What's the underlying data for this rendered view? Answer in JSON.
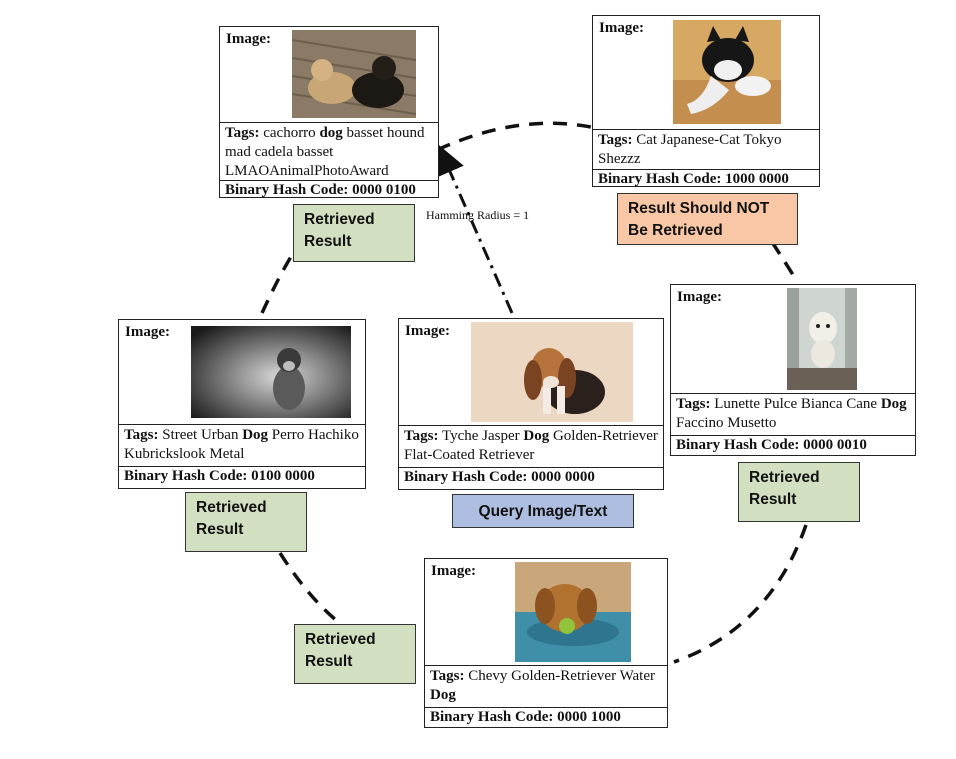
{
  "colors": {
    "retrieved_bg": "#d2dfc1",
    "not_retrieved_bg": "#f8c7a6",
    "query_bg": "#aebee0",
    "border": "#222222"
  },
  "cards": {
    "top": {
      "image_label": "Image:",
      "image_subject": "two dogs lying on wooden boardwalk",
      "tags_label": "Tags:",
      "tags": [
        {
          "t": "cachorro ",
          "b": false
        },
        {
          "t": "dog",
          "b": true
        },
        {
          "t": " basset hound mad cadela basset LMAOAnimalPhotoAward",
          "b": false
        }
      ],
      "hash_label": "Binary Hash Code: 0000 0100"
    },
    "cat": {
      "image_label": "Image:",
      "image_subject": "black and white cat lying on floor",
      "tags_label": "Tags:",
      "tags": [
        {
          "t": "Cat Japanese-Cat Tokyo Shezzz",
          "b": false
        }
      ],
      "hash_label": "Binary Hash Code: 1000 0000"
    },
    "left": {
      "image_label": "Image:",
      "image_subject": "black and white photo of small terrier dog",
      "tags_label": "Tags:",
      "tags": [
        {
          "t": "Street Urban ",
          "b": false
        },
        {
          "t": "Dog",
          "b": true
        },
        {
          "t": " Perro Hachiko Kubrickslook Metal",
          "b": false
        }
      ],
      "hash_label": "Binary Hash Code: 0100 0000"
    },
    "query": {
      "image_label": "Image:",
      "image_subject": "basset hound puppy sitting",
      "tags_label": "Tags:",
      "tags": [
        {
          "t": "Tyche Jasper ",
          "b": false
        },
        {
          "t": "Dog",
          "b": true
        },
        {
          "t": " Golden-Retriever Flat-Coated Retriever",
          "b": false
        }
      ],
      "hash_label": "Binary Hash Code: 0000 0000"
    },
    "right": {
      "image_label": "Image:",
      "image_subject": "small white dog standing in doorway",
      "tags_label": "Tags:",
      "tags": [
        {
          "t": "Lunette Pulce Bianca Cane ",
          "b": false
        },
        {
          "t": "Dog",
          "b": true
        },
        {
          "t": " Faccino Musetto",
          "b": false
        }
      ],
      "hash_label": "Binary Hash Code: 0000 0010"
    },
    "bottom": {
      "image_label": "Image:",
      "image_subject": "golden retriever in water holding ball",
      "tags_label": "Tags:",
      "tags": [
        {
          "t": "Chevy Golden-Retriever Water ",
          "b": false
        },
        {
          "t": "Dog",
          "b": true
        }
      ],
      "hash_label": "Binary Hash Code: 0000 1000"
    }
  },
  "labels": {
    "retrieved_top": "Retrieved Result",
    "not_retrieved": "Result Should NOT Be Retrieved",
    "retrieved_right": "Retrieved Result",
    "retrieved_left": "Retrieved Result",
    "retrieved_bottom": "Retrieved Result",
    "query": "Query Image/Text",
    "hamming": "Hamming Radius = 1"
  }
}
